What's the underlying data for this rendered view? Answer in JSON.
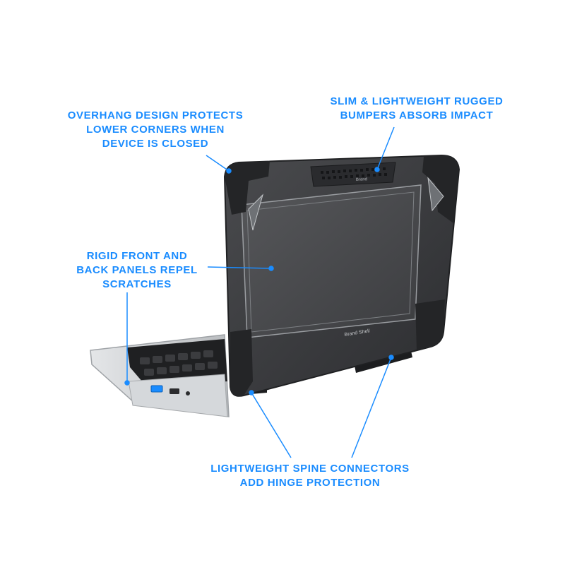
{
  "accent_color": "#1a8cff",
  "case_color": "#3a3b3e",
  "callouts": {
    "overhang": {
      "lines": [
        "OVERHANG DESIGN PROTECTS",
        "LOWER CORNERS WHEN",
        "DEVICE IS CLOSED"
      ]
    },
    "bumpers": {
      "lines": [
        "SLIM & LIGHTWEIGHT RUGGED",
        "BUMPERS ABSORB IMPACT"
      ]
    },
    "panels": {
      "lines": [
        "RIGID FRONT AND",
        "BACK PANELS REPEL",
        "SCRATCHES"
      ]
    },
    "spine": {
      "lines": [
        "LIGHTWEIGHT SPINE CONNECTORS",
        "ADD HINGE PROTECTION"
      ]
    }
  },
  "product": {
    "brand_plate": "Brand Shell",
    "top_badge": "Brand"
  }
}
